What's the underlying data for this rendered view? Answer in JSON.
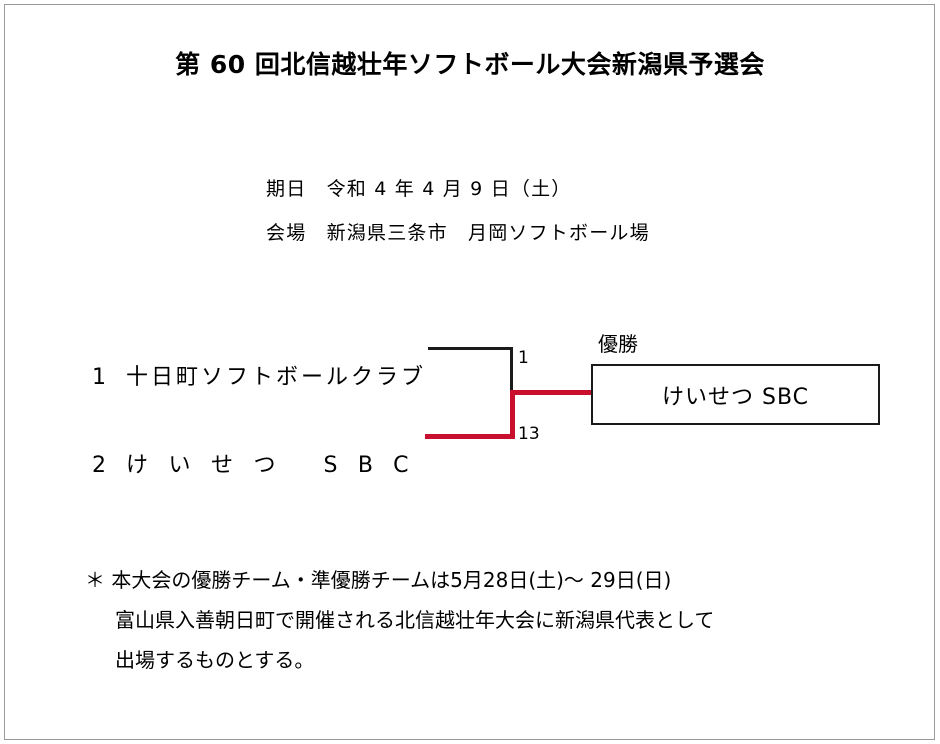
{
  "document": {
    "title": "第 60 回北信越壮年ソフトボール大会新潟県予選会",
    "date_line": "期日　令和 4 年 4 月 9 日（土）",
    "venue_line": "会場　新潟県三条市　月岡ソフトボール場"
  },
  "bracket": {
    "seeds": [
      {
        "number": "1",
        "team": "十日町ソフトボールクラブ",
        "score": "1",
        "winner": false
      },
      {
        "number": "2",
        "team": "けいせつ SBC",
        "score": "13",
        "winner": true
      }
    ],
    "champion_label": "優勝",
    "champion_team": "けいせつ SBC",
    "winner_line_color": "#c8102e",
    "loser_line_color": "#1a1a1a"
  },
  "footnote": {
    "line1": "＊ 本大会の優勝チーム・準優勝チームは5月28日(土)～ 29日(日)",
    "line2": "富山県入善朝日町で開催される北信越壮年大会に新潟県代表として",
    "line3": "出場するものとする。"
  }
}
